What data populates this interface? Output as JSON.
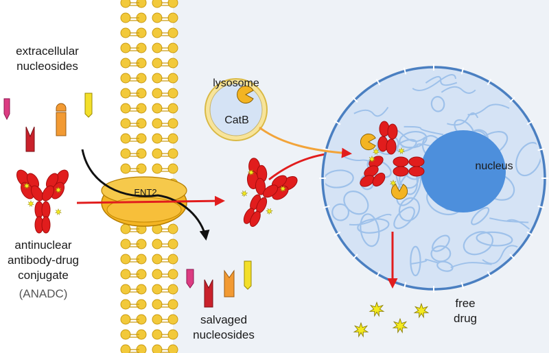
{
  "labels": {
    "extracellular_line1": "extracellular",
    "extracellular_line2": "nucleosides",
    "lysosome": "lysosome",
    "catb": "CatB",
    "ent2": "ENT2",
    "nucleus": "nucleus",
    "antinuclear_line1": "antinuclear",
    "antinuclear_line2": "antibody-drug",
    "antinuclear_line3": "conjugate",
    "anadc": "(ANADC)",
    "salvaged_line1": "salvaged",
    "salvaged_line2": "nucleosides",
    "free_drug_line1": "free",
    "free_drug_line2": "drug"
  },
  "colors": {
    "membrane": "#f2c93a",
    "cytoplasm": "#eef2f7",
    "nucleus_fill": "#d5e3f5",
    "nucleus_border": "#4a7fc1",
    "nucleolus": "#4d8fdc",
    "chromatin": "#9ec1ea",
    "antibody": "#e11d1d",
    "drug": "#f4ea1f",
    "enzyme": "#f3b423",
    "arrow_red": "#e11d1d",
    "arrow_orange": "#f2a43a",
    "arrow_black": "#111111",
    "nucleoside_pink": "#dc3c82",
    "nucleoside_red": "#c9212b",
    "nucleoside_orange": "#f29a33",
    "nucleoside_yellow": "#f3df2a"
  }
}
